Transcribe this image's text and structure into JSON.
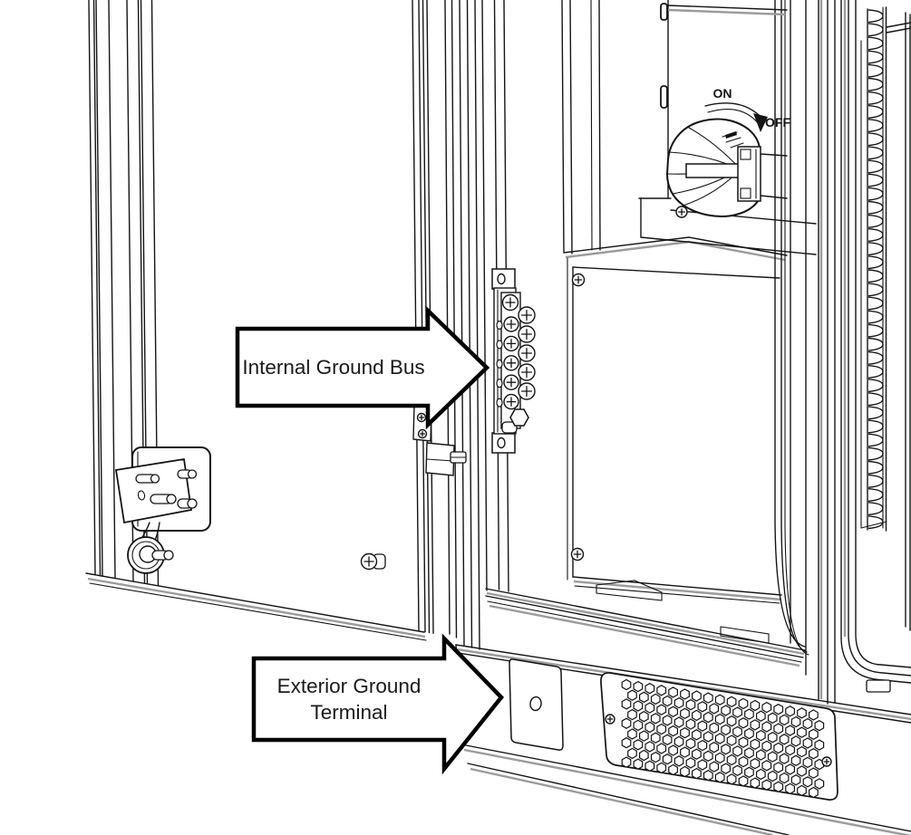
{
  "labels": {
    "internal_ground_bus": "Internal Ground Bus",
    "exterior_ground_line1": "Exterior Ground",
    "exterior_ground_line2": "Terminal",
    "switch_on": "ON",
    "switch_off": "OFF"
  },
  "colors": {
    "line": "#141414",
    "shade": "#9b9b9b",
    "background": "#ffffff",
    "callout_fill": "#ffffff",
    "callout_border": "#000000"
  },
  "ground_bus": {
    "top_screws": 1,
    "right_column_screws": 5,
    "left_column_screws": 5,
    "hex_bolts": 1
  },
  "vent_grille": {
    "hole_rows": 9,
    "hole_cols": 17
  },
  "hinge_coil": {
    "loops": 38
  }
}
